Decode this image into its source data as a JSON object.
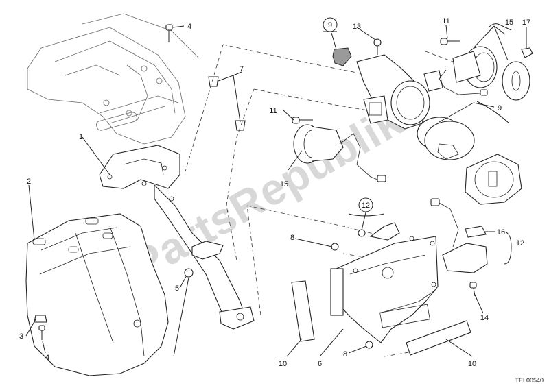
{
  "callouts": {
    "c1": "1",
    "c2": "2",
    "c3": "3",
    "c4a": "4",
    "c4b": "4",
    "c5": "5",
    "c6": "6",
    "c7": "7",
    "c8a": "8",
    "c8b": "8",
    "c9a": "9",
    "c9b": "9",
    "c10a": "10",
    "c10b": "10",
    "c11a": "11",
    "c11b": "11",
    "c12a": "12",
    "c12b": "12",
    "c13": "13",
    "c14": "14",
    "c15a": "15",
    "c15b": "15",
    "c16": "16",
    "c17": "17"
  },
  "watermark": "PartsRepublik",
  "drawing_code": "TEL00540"
}
